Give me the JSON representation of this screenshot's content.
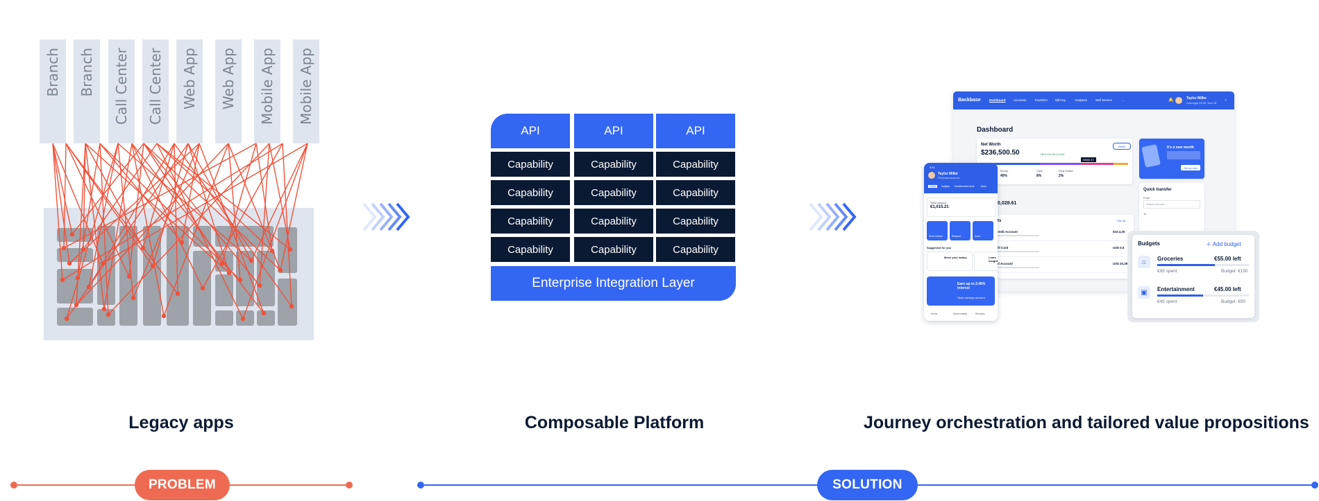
{
  "legacy": {
    "channels": [
      "Branch",
      "Branch",
      "Call Center",
      "Call Center",
      "Web App",
      "Web App",
      "Mobile App",
      "Mobile App"
    ],
    "title": "Legacy apps"
  },
  "platform": {
    "api_label": "API",
    "capability_label": "Capability",
    "layer_label": "Enterprise Integration Layer",
    "title": "Composable Platform"
  },
  "solution": {
    "title": "Journey orchestration and tailored value propositions"
  },
  "timeline": {
    "problem_label": "PROBLEM",
    "solution_label": "SOLUTION",
    "problem_color": "#ef6a52",
    "solution_color": "#3366f2"
  },
  "dashboard": {
    "brand": "Backbase",
    "nav": [
      "Dashboard",
      "Accounts",
      "Transfers",
      "Bill Pay",
      "Analytics",
      "Self Service",
      "..."
    ],
    "user_name": "Taylor Miller",
    "user_sub": "Last login 03:30, Nov 18",
    "heading": "Dashboard",
    "net_worth_label": "Net Worth",
    "net_worth_value": "$236,500.50",
    "net_worth_change": "+$10,234.45 (4.5%)",
    "range_button": "Week",
    "tooltip": "Week 47",
    "allocations": [
      {
        "label": "Bonds",
        "value": "40%"
      },
      {
        "label": "Cash",
        "value": "8%"
      },
      {
        "label": "Real Estate",
        "value": "2%"
      }
    ],
    "promo_title": "It's a new month",
    "promo_button": "Set up now",
    "quick_transfer": "Quick transfer",
    "from_label": "From",
    "select_account": "Select account",
    "to_label": "To",
    "balance_partial": "0,028.61",
    "accounts_partial": "ts",
    "see_all": "See all",
    "accounts": [
      {
        "name": "redit Account",
        "amount": "$10.4,30"
      },
      {
        "name": "ill Card",
        "amount": "US$ 0,5"
      },
      {
        "name": "d Account",
        "amount": "US$ 20,39"
      }
    ]
  },
  "phone": {
    "time": "9:41",
    "user_name": "Taylor Miller",
    "user_sub": "Personal account",
    "tabs": [
      "Home",
      "Insights",
      "Investments",
      "Cards",
      "More"
    ],
    "balance_label": "Total balance",
    "balance": "€1,015.21",
    "actions": [
      "Send money",
      "Request",
      "Scan"
    ],
    "suggested": "Suggested for you",
    "suggest_1": "Move your salary",
    "suggest_2": "Learn insight",
    "promo": "Earn up to 2.46% interest",
    "promo_sub": "Open savings account",
    "bottom_nav": [
      "Home",
      "Move money",
      "Services"
    ]
  },
  "budgets": {
    "title": "Budgets",
    "add": "Add budget",
    "items": [
      {
        "name": "Groceries",
        "left": "€55.00 left",
        "spent": "€95 spent",
        "budget": "Budget: €150",
        "fraction": 0.63
      },
      {
        "name": "Entertainment",
        "left": "€45.00 left",
        "spent": "€45 spent",
        "budget": "Budget: €90",
        "fraction": 0.5
      }
    ]
  }
}
